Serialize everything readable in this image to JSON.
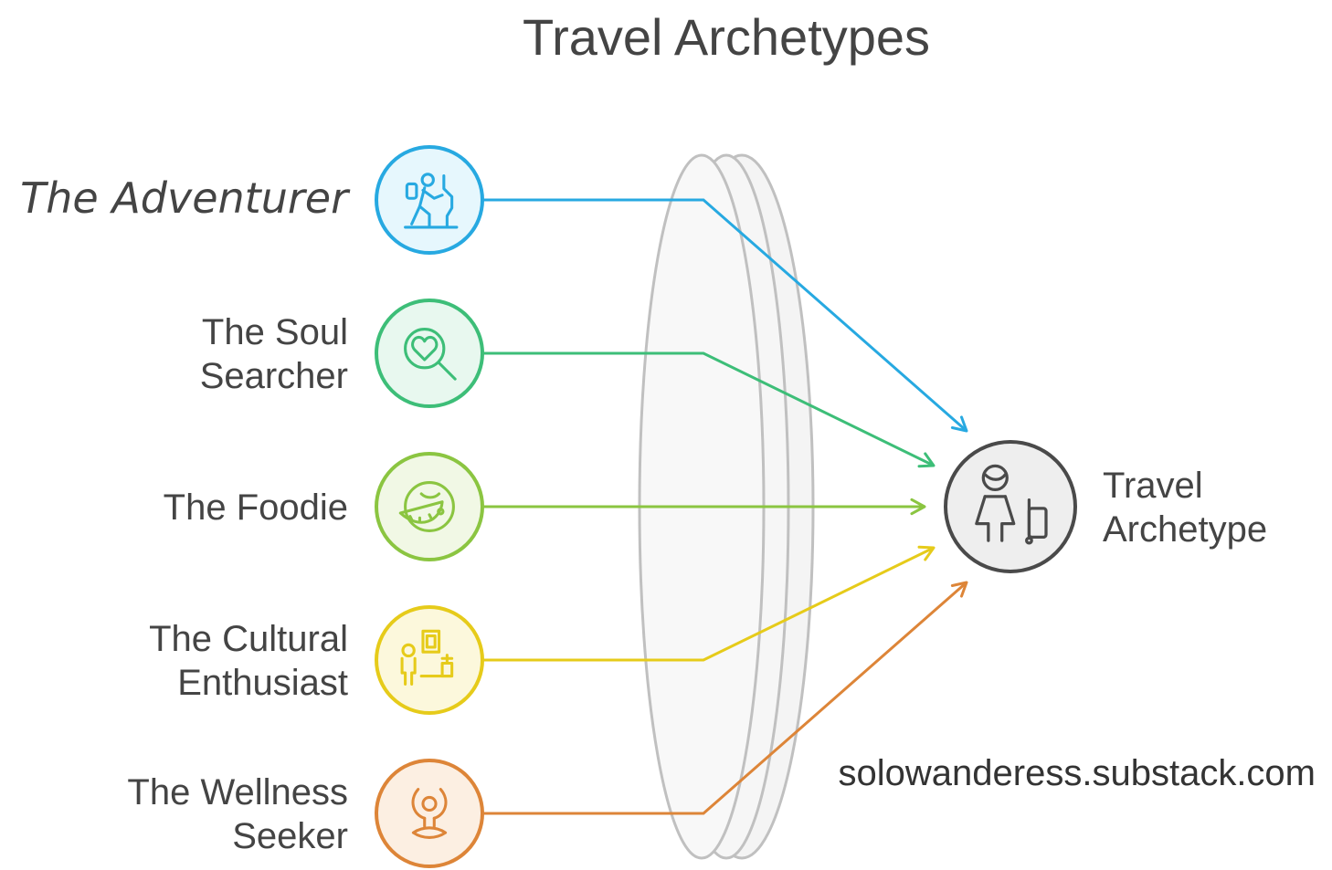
{
  "title": "Travel Archetypes",
  "archetypes": [
    {
      "label_lines": [
        "The Adventurer"
      ],
      "color": "#27a9e1",
      "fill": "#e6f7fd",
      "icon": "hiker-icon",
      "highlighted": true,
      "highlight_color": "#4a86e8"
    },
    {
      "label_lines": [
        "The Soul",
        "Searcher"
      ],
      "color": "#3dbe78",
      "fill": "#e8f8ef",
      "icon": "heart-magnifier-icon"
    },
    {
      "label_lines": [
        "The Foodie"
      ],
      "color": "#8bc541",
      "fill": "#f1f8e5",
      "icon": "food-icon"
    },
    {
      "label_lines": [
        "The Cultural",
        "Enthusiast"
      ],
      "color": "#e6cb1a",
      "fill": "#fcf8dc",
      "icon": "museum-icon"
    },
    {
      "label_lines": [
        "The Wellness",
        "Seeker"
      ],
      "color": "#dd8538",
      "fill": "#fcefe2",
      "icon": "meditation-icon"
    }
  ],
  "target": {
    "label_lines": [
      "Travel",
      "Archetype"
    ],
    "icon": "traveler-icon",
    "color": "#4a4a4a",
    "fill": "#eeeeee"
  },
  "lens": {
    "stroke": "#c0c0c0",
    "fill": "#f7f7f7"
  },
  "footer_url": "solowanderess.substack.com"
}
